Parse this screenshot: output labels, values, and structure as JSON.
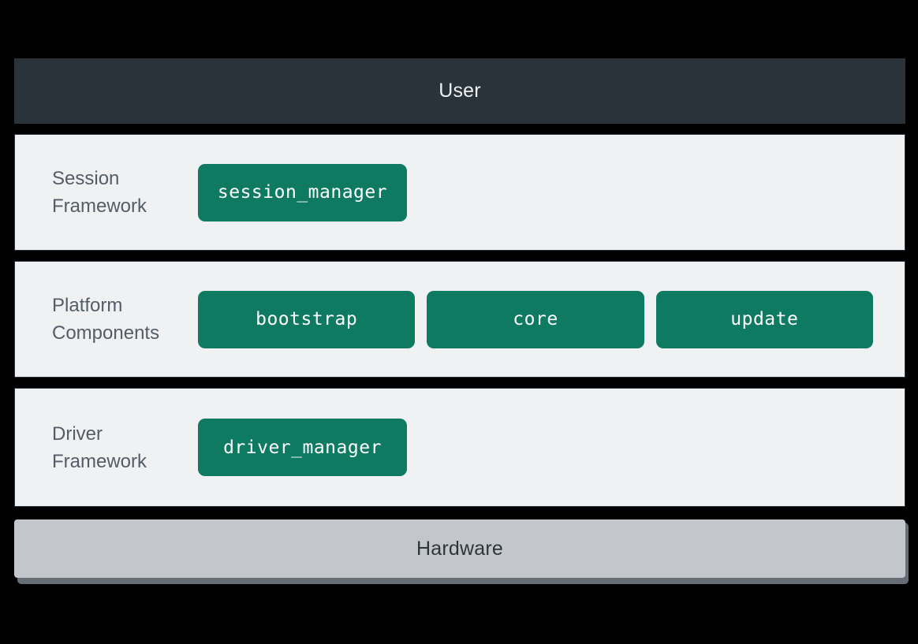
{
  "diagram": {
    "type": "layered-architecture-stack",
    "background_color": "#000000",
    "accent_color": "#0e7a62",
    "panel_color": "#f0f1f3",
    "top_bar": {
      "label": "User",
      "fill": "#2a323a",
      "text_color": "#eef0f2"
    },
    "layers": [
      {
        "label_line1": "Session",
        "label_line2": "Framework",
        "components": [
          {
            "name": "session_manager"
          }
        ]
      },
      {
        "label_line1": "Platform",
        "label_line2": "Components",
        "components": [
          {
            "name": "bootstrap"
          },
          {
            "name": "core"
          },
          {
            "name": "update"
          }
        ]
      },
      {
        "label_line1": "Driver",
        "label_line2": "Framework",
        "components": [
          {
            "name": "driver_manager"
          }
        ]
      }
    ],
    "bottom_bar": {
      "label": "Hardware",
      "fill": "#c3c6cb",
      "shadow": "#666d75",
      "text_color": "#2e353d"
    }
  }
}
